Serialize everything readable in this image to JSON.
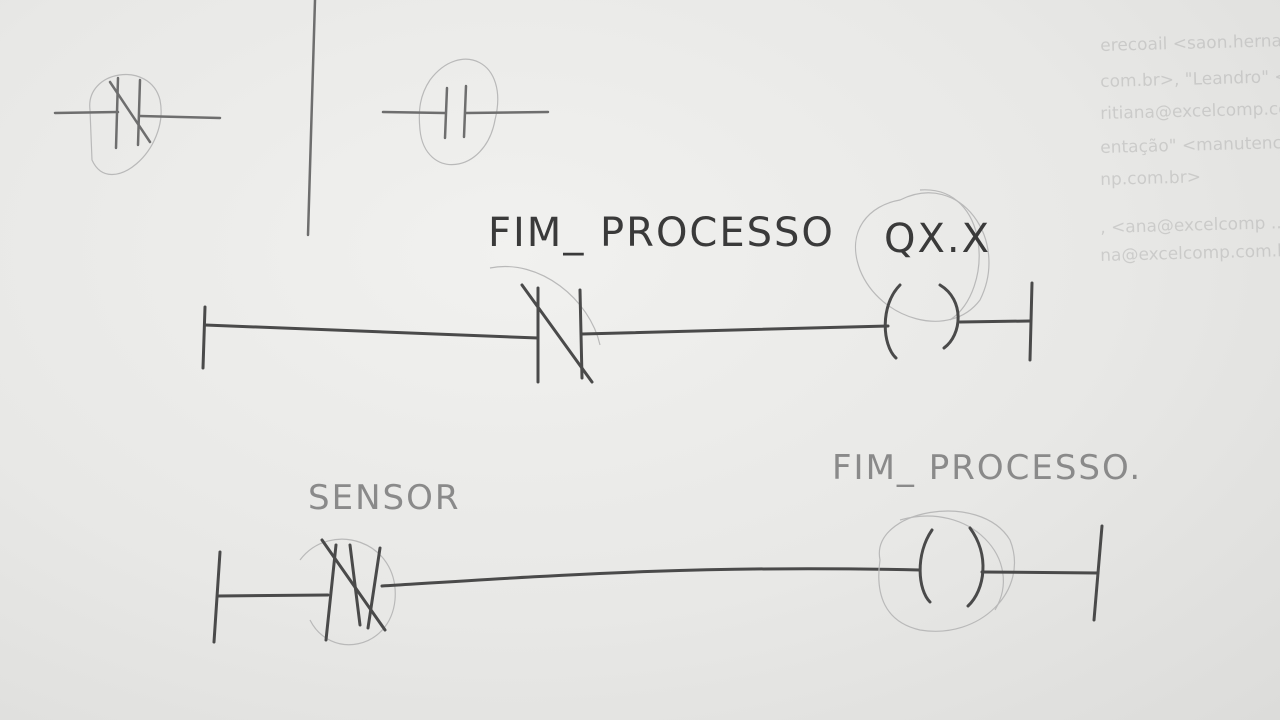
{
  "bleed_through": [
    "erecoail <saon.hernandez@excelcomp.com.br>,",
    "com.br>, \"Leandro\" <leandro@excelcomp.com.br>,",
    "ritiana@excelcomp.com.br>,",
    "entação\" <manutencao@excelcomp.com.br>,",
    "np.com.br>",
    ", <ana@excelcomp ... ,",
    "na@excelcomp.com.br>"
  ],
  "legend_symbols": {
    "nc_contact": "normally-closed-contact",
    "no_contact": "normally-open-contact"
  },
  "rung1": {
    "contact_label": "FIM_ PROCESSO",
    "coil_label": "QX.X",
    "contact_type": "normally-closed",
    "coil_type": "coil"
  },
  "rung2": {
    "contact_label": "SENSOR",
    "coil_label": "FIM_ PROCESSO.",
    "contact_type": "normally-closed",
    "coil_type": "coil"
  }
}
